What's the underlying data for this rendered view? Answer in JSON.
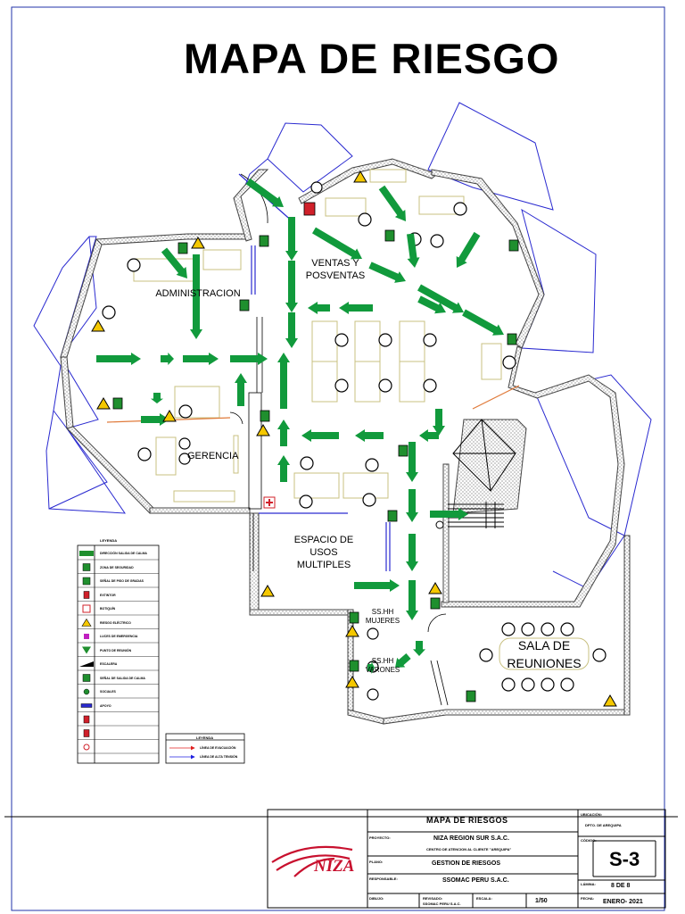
{
  "title": "MAPA DE RIESGO",
  "rooms": {
    "ventas": [
      "VENTAS Y",
      "POSVENTAS"
    ],
    "administracion": "ADMINISTRACION",
    "gerencia": "GERENCIA",
    "espacio": [
      "ESPACIO DE",
      "USOS",
      "MULTIPLES"
    ],
    "sshh_mujeres": [
      "SS.HH",
      "MUJERES"
    ],
    "sshh_varones": [
      "SS.HH",
      "VARONES"
    ],
    "sala": [
      "SALA DE",
      "REUNIONES"
    ]
  },
  "legend": {
    "title": "LEYENDA",
    "items": [
      "DIRECCIÓN SALIDA DE CALMA",
      "ZONA DE SEGURIDAD",
      "SEÑAL DE PISO DE GRADAS",
      "EXTINTOR",
      "BOTIQUÍN",
      "RIESGO ELÉCTRICO",
      "LUCES DE EMERGENCIA",
      "PUNTO DE REUNIÓN",
      "ESCALERA",
      "SEÑAL DE SALIDA DE CALMA",
      "SOCIALES",
      "APOYO",
      "",
      "",
      ""
    ],
    "routes_title": "LEYENDA",
    "routes": [
      "LÍNEA DE EVACUACIÓN",
      "LÍNEA DE ALTA TENSIÓN"
    ]
  },
  "title_block": {
    "header": "MAPA DE RIESGOS",
    "project_label": "PROYECTO:",
    "company": "NIZA REGION SUR S.A.C.",
    "company_sub": "CENTRO DE ATENCION AL CLIENTE \"AREQUIPA\"",
    "plan_label": "PLANO:",
    "plan": "GESTION DE RIESGOS",
    "resp_label": "RESPONSABLE:",
    "responsible": "SSOMAC PERU S.A.C.",
    "scale_label": "ESCALA:",
    "scale": "1/50",
    "date_label": "FECHA:",
    "date": "ENERO- 2021",
    "code_label": "CÓDIGO:",
    "code": "S-3",
    "sheet_label": "LÁMINA:",
    "sheet": "8 DE 8",
    "location_label": "UBICACIÓN:",
    "location": "DPTO. DE AREQUIPA",
    "dibujo_label": "DIBUJO:",
    "dibujo": "SSOMAC PERU S.A.C.",
    "revisado_label": "REVISADO:",
    "logo": "NIZA"
  },
  "colors": {
    "arrow": "#119a3c",
    "window_frame": "#2a2ad0",
    "wall": "#555555",
    "sign_green": "#1f8f2e",
    "sign_red": "#d0202a",
    "sign_yellow": "#f5c800",
    "logo_red": "#c8102e"
  }
}
